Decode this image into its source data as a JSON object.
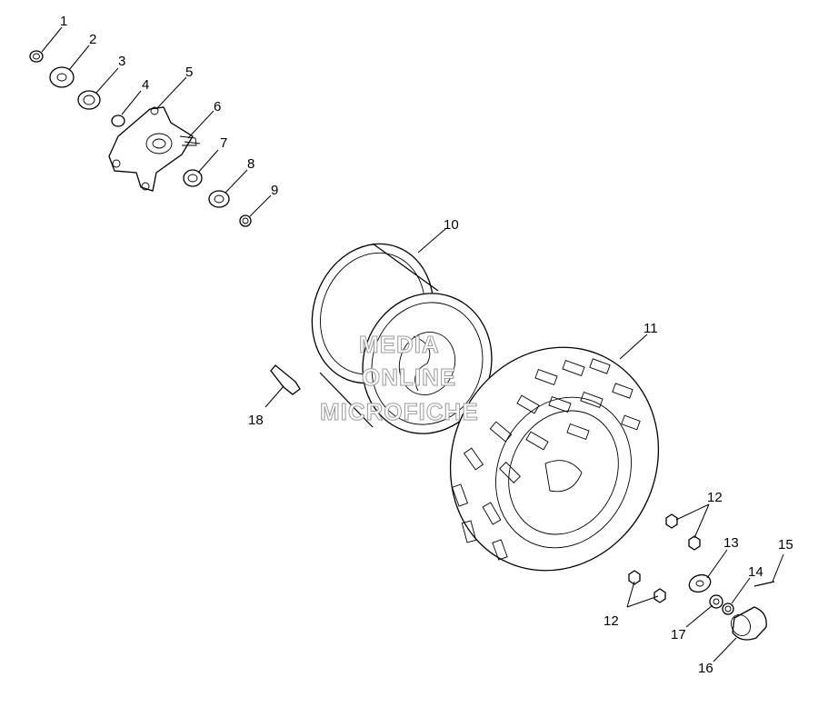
{
  "callouts": {
    "c1": "1",
    "c2": "2",
    "c3": "3",
    "c4": "4",
    "c5": "5",
    "c6": "6",
    "c7": "7",
    "c8": "8",
    "c9": "9",
    "c10": "10",
    "c11": "11",
    "c12a": "12",
    "c12b": "12",
    "c13": "13",
    "c14": "14",
    "c15": "15",
    "c16": "16",
    "c17": "17",
    "c18": "18"
  },
  "watermark": {
    "line1": "MEDIA",
    "line2": "ONLINE",
    "line3": "MICROFICHE"
  }
}
